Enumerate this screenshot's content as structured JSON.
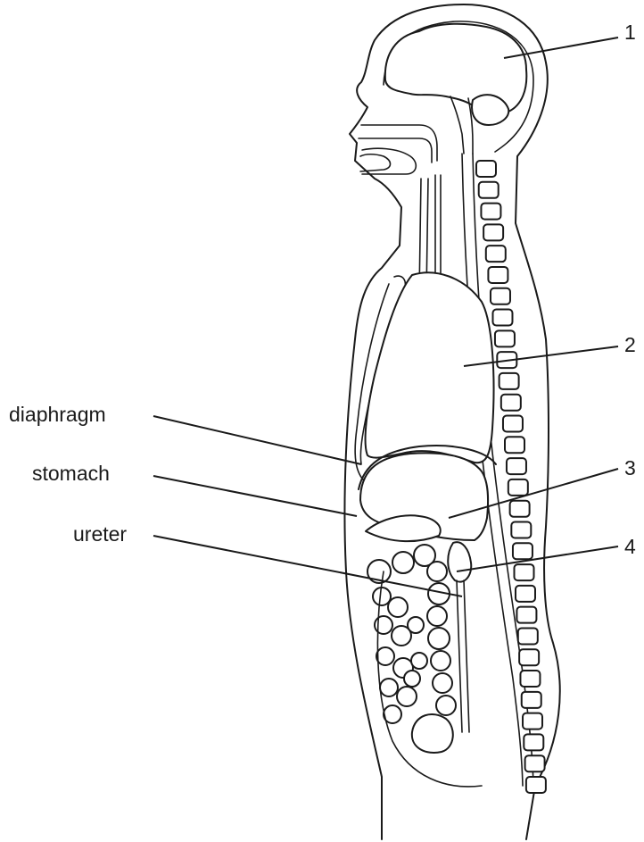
{
  "diagram": {
    "labels": {
      "diaphragm": "diaphragm",
      "stomach": "stomach",
      "ureter": "ureter",
      "n1": "1",
      "n2": "2",
      "n3": "3",
      "n4": "4"
    },
    "colors": {
      "line": "#1a1a1a",
      "background": "#ffffff"
    }
  }
}
